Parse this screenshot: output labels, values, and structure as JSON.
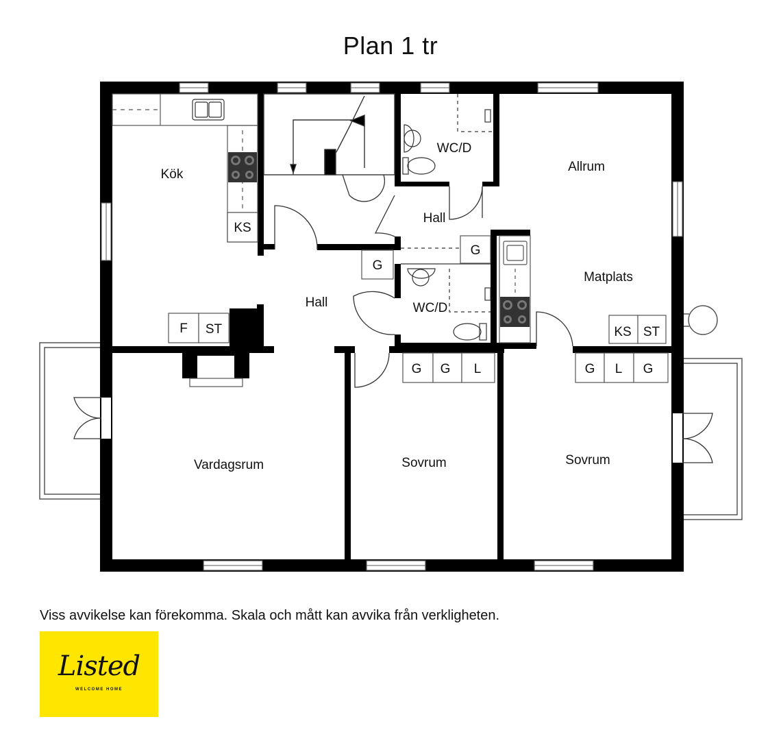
{
  "title": "Plan 1 tr",
  "rooms": {
    "kok": "Kök",
    "allrum": "Allrum",
    "wcd_upper": "WC/D",
    "hall_upper": "Hall",
    "hall_main": "Hall",
    "matplats": "Matplats",
    "wcd_lower": "WC/D",
    "vardagsrum": "Vardagsrum",
    "sovrum_mid": "Sovrum",
    "sovrum_right": "Sovrum"
  },
  "fixtures": {
    "ks_kitchen": "KS",
    "g_hall": "G",
    "g_upper": "G",
    "f": "F",
    "st_left": "ST",
    "ks_dining": "KS",
    "st_dining": "ST",
    "closet_mid_1": "G",
    "closet_mid_2": "G",
    "closet_mid_3": "L",
    "closet_right_1": "G",
    "closet_right_2": "L",
    "closet_right_3": "G"
  },
  "disclaimer": "Viss avvikelse kan förekomma. Skala och mått kan avvika från verkligheten.",
  "logo": {
    "word": "Listed",
    "tagline": "WELCOME HOME",
    "color": "#ffe600"
  }
}
